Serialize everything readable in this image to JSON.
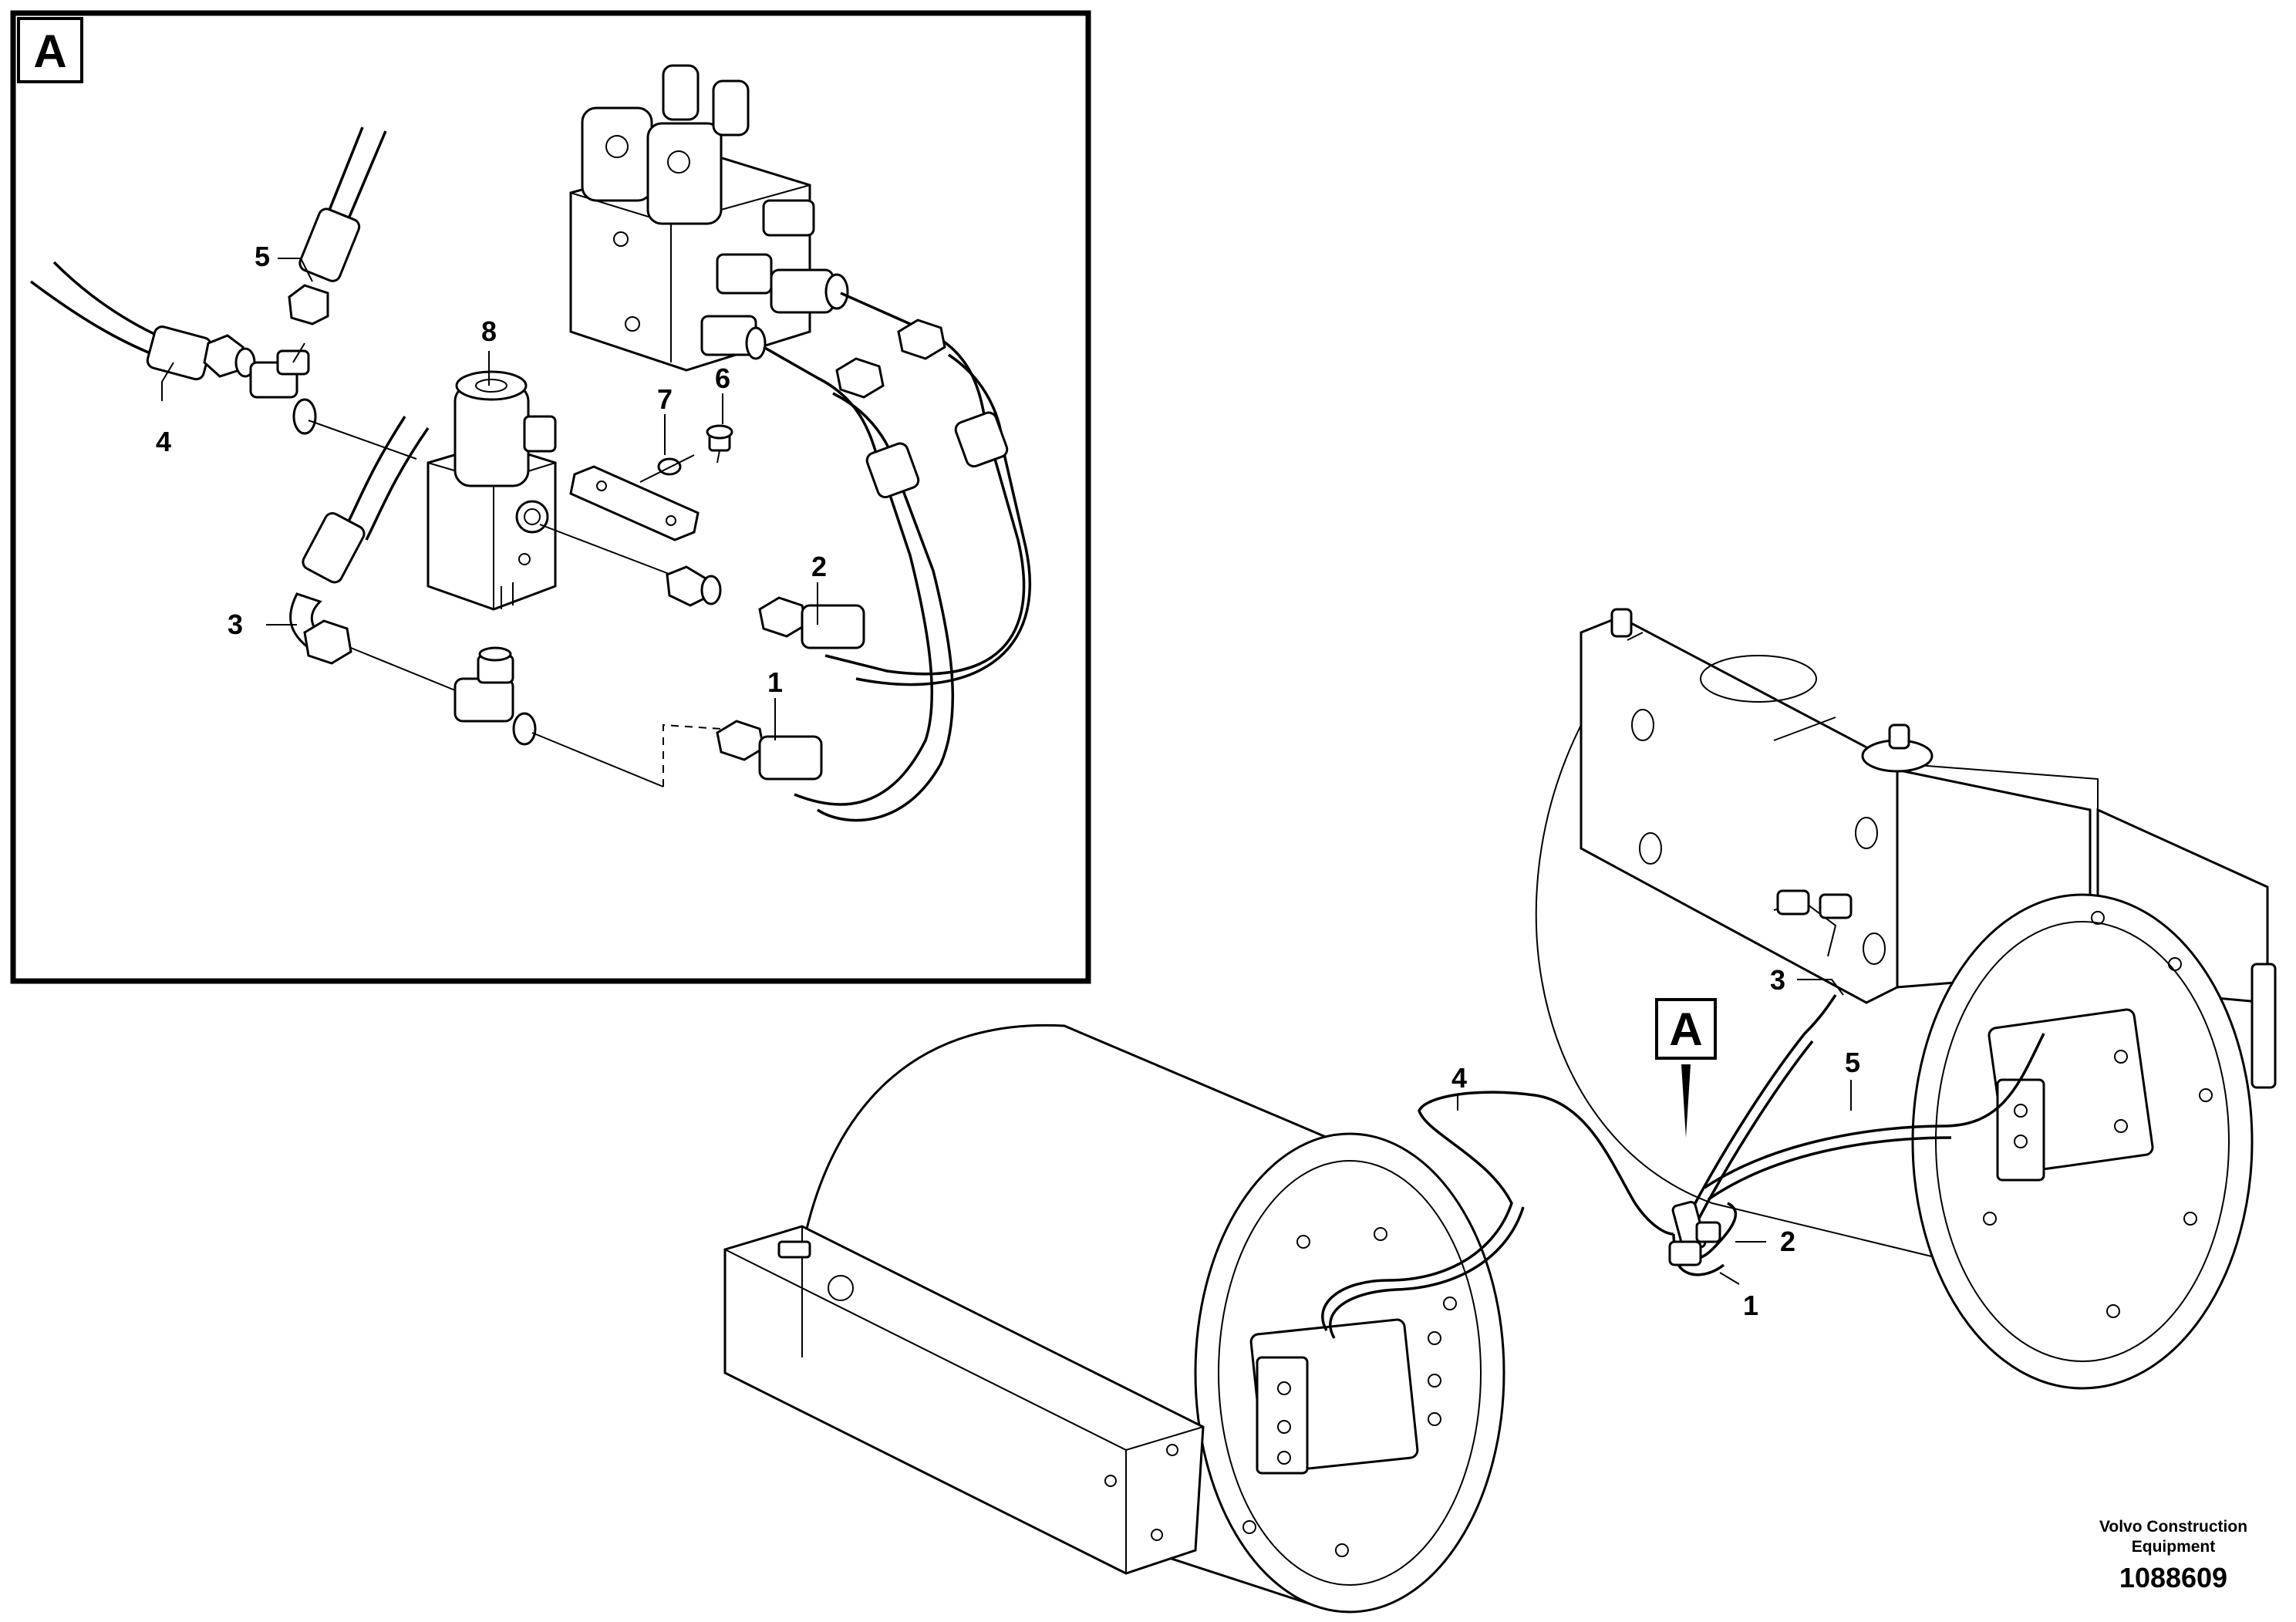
{
  "detail_view": {
    "label": "A",
    "callouts": [
      "5",
      "4",
      "8",
      "7",
      "6",
      "3",
      "2",
      "1"
    ]
  },
  "overview": {
    "detail_marker": "A",
    "callouts": [
      "4",
      "3",
      "5",
      "2",
      "1"
    ]
  },
  "footer": {
    "company_line1": "Volvo Construction",
    "company_line2": "Equipment",
    "drawing_number": "1088609"
  }
}
